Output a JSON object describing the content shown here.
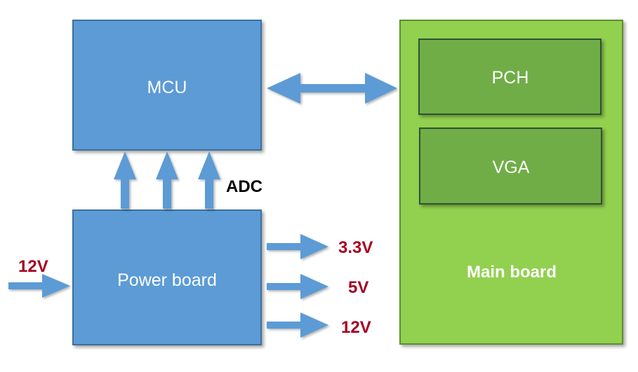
{
  "colors": {
    "blue_box": "#5b9bd5",
    "blue_border": "#3e6f9e",
    "arrow": "#5b9bd5",
    "main_board": "#92d050",
    "main_board_border": "#5f8f2e",
    "inner_box": "#70ad47",
    "inner_border": "#2f5230",
    "voltage_text": "#a50021",
    "adc_text": "#000000",
    "main_label_text": "#ffffff"
  },
  "blocks": {
    "mcu": "MCU",
    "power_board": "Power board",
    "main_board": "Main board",
    "pch": "PCH",
    "vga": "VGA"
  },
  "labels": {
    "adc": "ADC",
    "input_voltage": "12V",
    "output_3v3": "3.3V",
    "output_5v": "5V",
    "output_12v": "12V"
  }
}
